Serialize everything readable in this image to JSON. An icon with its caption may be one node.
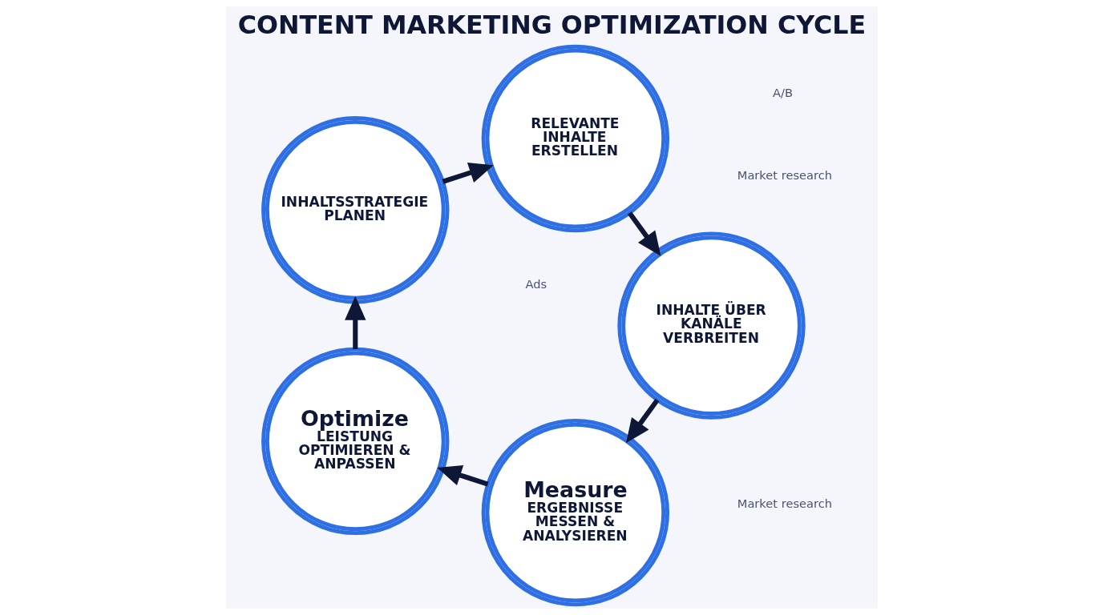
{
  "diagram": {
    "title": "CONTENT MARKETING OPTIMIZATION CYCLE",
    "nodes": [
      {
        "text": [
          "INHALTSSTRATEGIE PLANEN"
        ]
      },
      {
        "text": [
          "RELEVANTE INHALTE ERSTELLEN"
        ]
      },
      {
        "text": [
          "INHALTE ÜBER KANÄLE VERBREITEN"
        ]
      },
      {
        "text": [
          "Measure",
          "ERGEBNISSE MESSEN & ANALYSIEREN"
        ]
      },
      {
        "text": [
          "Optimize",
          "LEISTUNG OPTIMIEREN & ANPASSEN"
        ]
      }
    ],
    "edges": [
      {
        "from": 0,
        "to": 1,
        "arrow": "to"
      },
      {
        "from": 1,
        "to": 2,
        "arrow": "to"
      },
      {
        "from": 2,
        "to": 3,
        "arrow": "to"
      },
      {
        "from": 3,
        "to": 4,
        "arrow": "to"
      },
      {
        "from": 4,
        "to": 0,
        "arrow": "to"
      }
    ],
    "labels": [
      "Market research",
      "Market research",
      "Ads",
      "A/B"
    ]
  }
}
